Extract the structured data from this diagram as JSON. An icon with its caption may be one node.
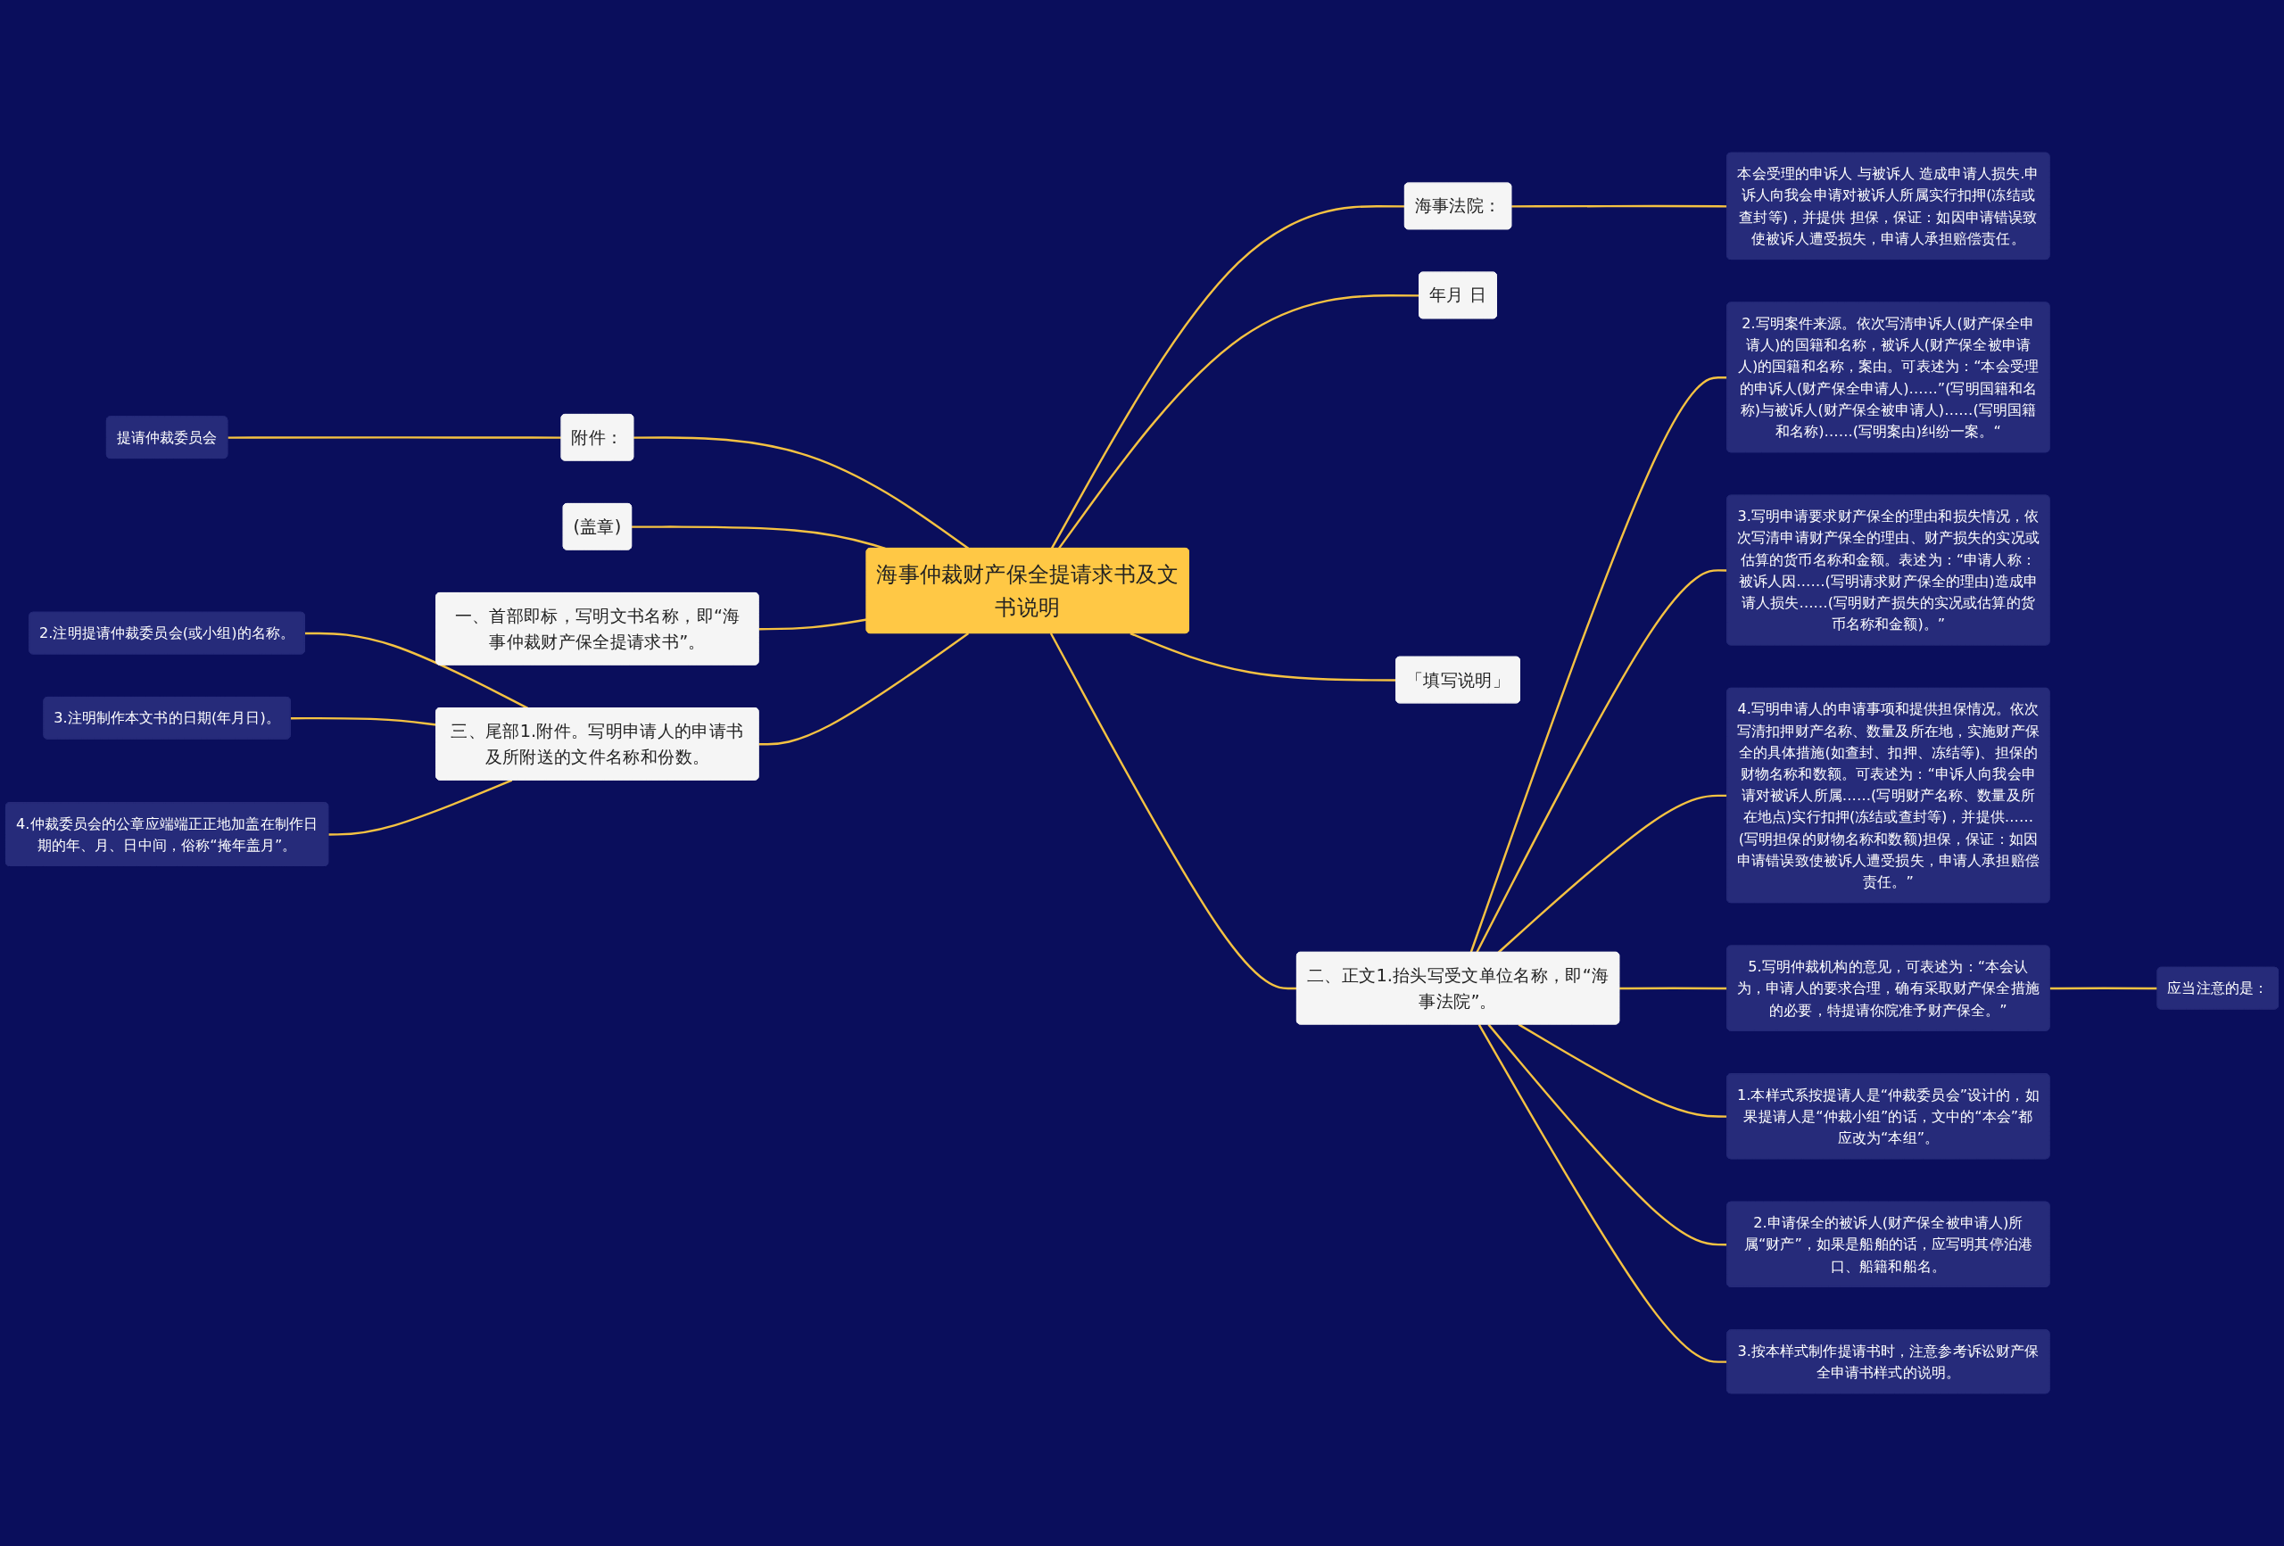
{
  "diagram": {
    "nodes": [
      {
        "text": [
          "海事仲裁财产保全提请求书及文书说明"
        ]
      },
      {
        "text": [
          "附件："
        ]
      },
      {
        "text": [
          "提请仲裁委员会"
        ]
      },
      {
        "text": [
          "(盖章)"
        ]
      },
      {
        "text": [
          "一、首部即标，写明文书名称，即“海事仲裁财产保全提请求书”。"
        ]
      },
      {
        "text": [
          "三、尾部1.附件。写明申请人的申请书及所附送的文件名称和份数。"
        ]
      },
      {
        "text": [
          "2.注明提请仲裁委员会(或小组)的名称。"
        ]
      },
      {
        "text": [
          "3.注明制作本文书的日期(年月日)。"
        ]
      },
      {
        "text": [
          "4.仲裁委员会的公章应端端正正地加盖在制作日期的年、月、日中间，俗称“掩年盖月”。"
        ]
      },
      {
        "text": [
          "海事法院："
        ]
      },
      {
        "text": [
          "本会受理的申诉人 与被诉人 造成申请人损失.申诉人向我会申请对被诉人所属实行扣押(冻结或查封等)，并提供 担保，保证：如因申请错误致使被诉人遭受损失，申请人承担赔偿责任。"
        ]
      },
      {
        "text": [
          "年月 日"
        ]
      },
      {
        "text": [
          "「填写说明」"
        ]
      },
      {
        "text": [
          "二、正文1.抬头写受文单位名称，即“海事法院”。"
        ]
      },
      {
        "text": [
          "2.写明案件来源。依次写清申诉人(财产保全申请人)的国籍和名称，被诉人(财产保全被申请人)的国籍和名称，案由。可表述为：“本会受理的申诉人(财产保全申请人)……”(写明国籍和名称)与被诉人(财产保全被申请人)……(写明国籍和名称)……(写明案由)纠纷一案。“"
        ]
      },
      {
        "text": [
          "3.写明申请要求财产保全的理由和损失情况，依次写清申请财产保全的理由、财产损失的实况或估算的货币名称和金额。表述为：“申请人称：被诉人因……(写明请求财产保全的理由)造成申请人损失……(写明财产损失的实况或估算的货币名称和金额)。”"
        ]
      },
      {
        "text": [
          "4.写明申请人的申请事项和提供担保情况。依次写清扣押财产名称、数量及所在地，实施财产保全的具体措施(如查封、扣押、冻结等)、担保的财物名称和数额。可表述为：“申诉人向我会申请对被诉人所属……(写明财产名称、数量及所在地点)实行扣押(冻结或查封等)，并提供……(写明担保的财物名称和数额)担保，保证：如因申请错误致使被诉人遭受损失，申请人承担赔偿责任。”"
        ]
      },
      {
        "text": [
          "5.写明仲裁机构的意见，可表述为：“本会认为，申请人的要求合理，确有采取财产保全措施的必要，特提请你院准予财产保全。”"
        ]
      },
      {
        "text": [
          "应当注意的是："
        ]
      },
      {
        "text": [
          "1.本样式系按提请人是“仲裁委员会”设计的，如果提请人是“仲裁小组”的话，文中的“本会”都应改为“本组”。"
        ]
      },
      {
        "text": [
          "2.申请保全的被诉人(财产保全被申请人)所属“财产”，如果是船舶的话，应写明其停泊港口、船籍和船名。"
        ]
      },
      {
        "text": [
          "3.按本样式制作提请书时，注意参考诉讼财产保全申请书样式的说明。"
        ]
      }
    ],
    "edges": [
      {
        "from": 2,
        "to": 1,
        "arrow": "none"
      },
      {
        "from": 1,
        "to": 0,
        "arrow": "none"
      },
      {
        "from": 3,
        "to": 0,
        "arrow": "none"
      },
      {
        "from": 4,
        "to": 0,
        "arrow": "none"
      },
      {
        "from": 5,
        "to": 0,
        "arrow": "none"
      },
      {
        "from": 6,
        "to": 5,
        "arrow": "none"
      },
      {
        "from": 7,
        "to": 5,
        "arrow": "none"
      },
      {
        "from": 8,
        "to": 5,
        "arrow": "none"
      },
      {
        "from": 0,
        "to": 9,
        "arrow": "none"
      },
      {
        "from": 9,
        "to": 10,
        "arrow": "none"
      },
      {
        "from": 0,
        "to": 11,
        "arrow": "none"
      },
      {
        "from": 0,
        "to": 12,
        "arrow": "none"
      },
      {
        "from": 0,
        "to": 13,
        "arrow": "none"
      },
      {
        "from": 13,
        "to": 14,
        "arrow": "none"
      },
      {
        "from": 13,
        "to": 15,
        "arrow": "none"
      },
      {
        "from": 13,
        "to": 16,
        "arrow": "none"
      },
      {
        "from": 13,
        "to": 17,
        "arrow": "none"
      },
      {
        "from": 17,
        "to": 18,
        "arrow": "none"
      },
      {
        "from": 13,
        "to": 19,
        "arrow": "none"
      },
      {
        "from": 13,
        "to": 20,
        "arrow": "none"
      },
      {
        "from": 13,
        "to": 21,
        "arrow": "none"
      }
    ]
  }
}
